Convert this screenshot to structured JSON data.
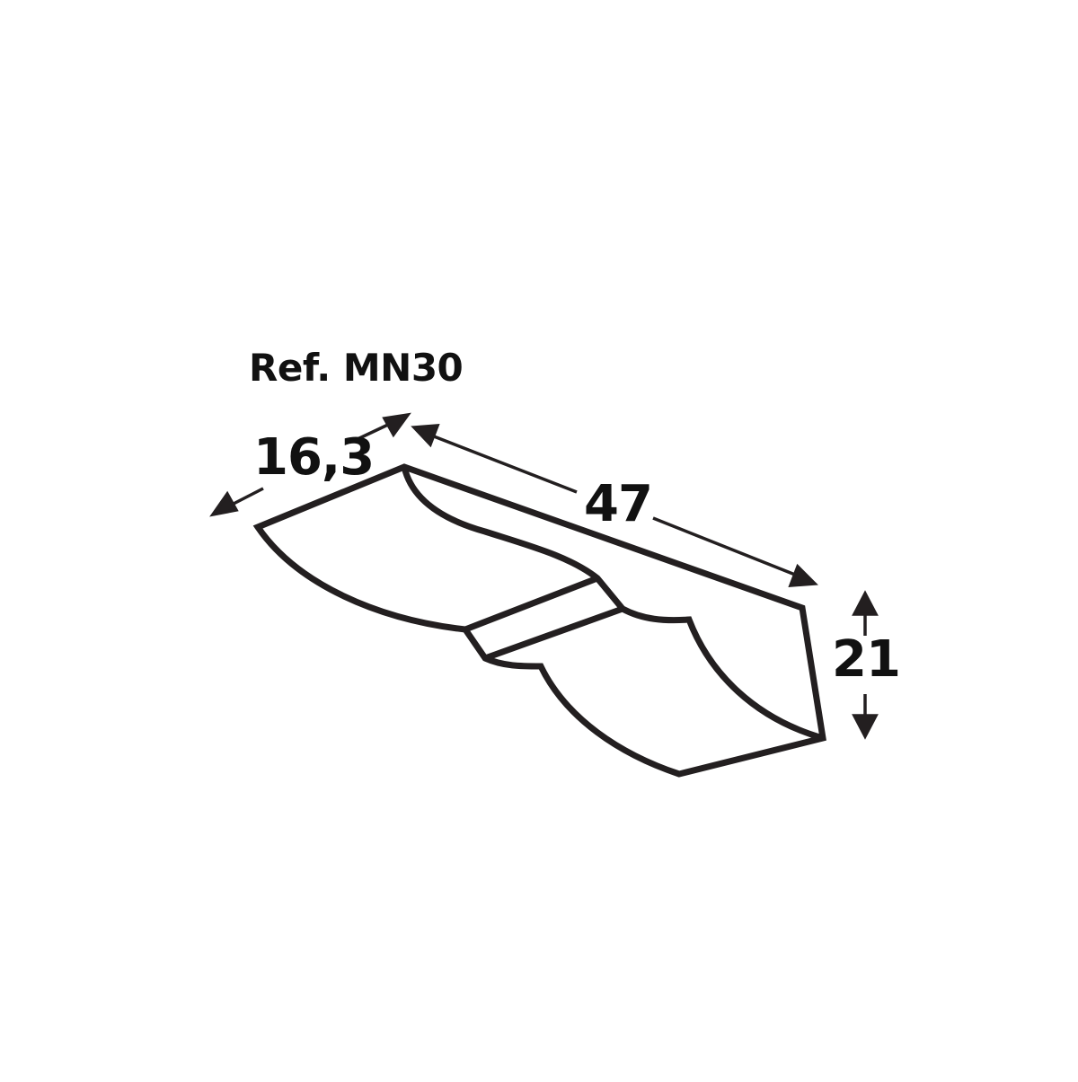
{
  "diagram": {
    "type": "technical-dimension-drawing",
    "subject": "molding profile (cornice)",
    "reference": "Ref. MN30",
    "dimensions": {
      "width": {
        "value": "16,3",
        "orientation": "diagonal-left"
      },
      "length": {
        "value": "47",
        "orientation": "diagonal-right"
      },
      "height": {
        "value": "21",
        "orientation": "vertical"
      }
    },
    "colors": {
      "stroke": "#231f20",
      "background": "#ffffff",
      "text": "#111111"
    }
  }
}
